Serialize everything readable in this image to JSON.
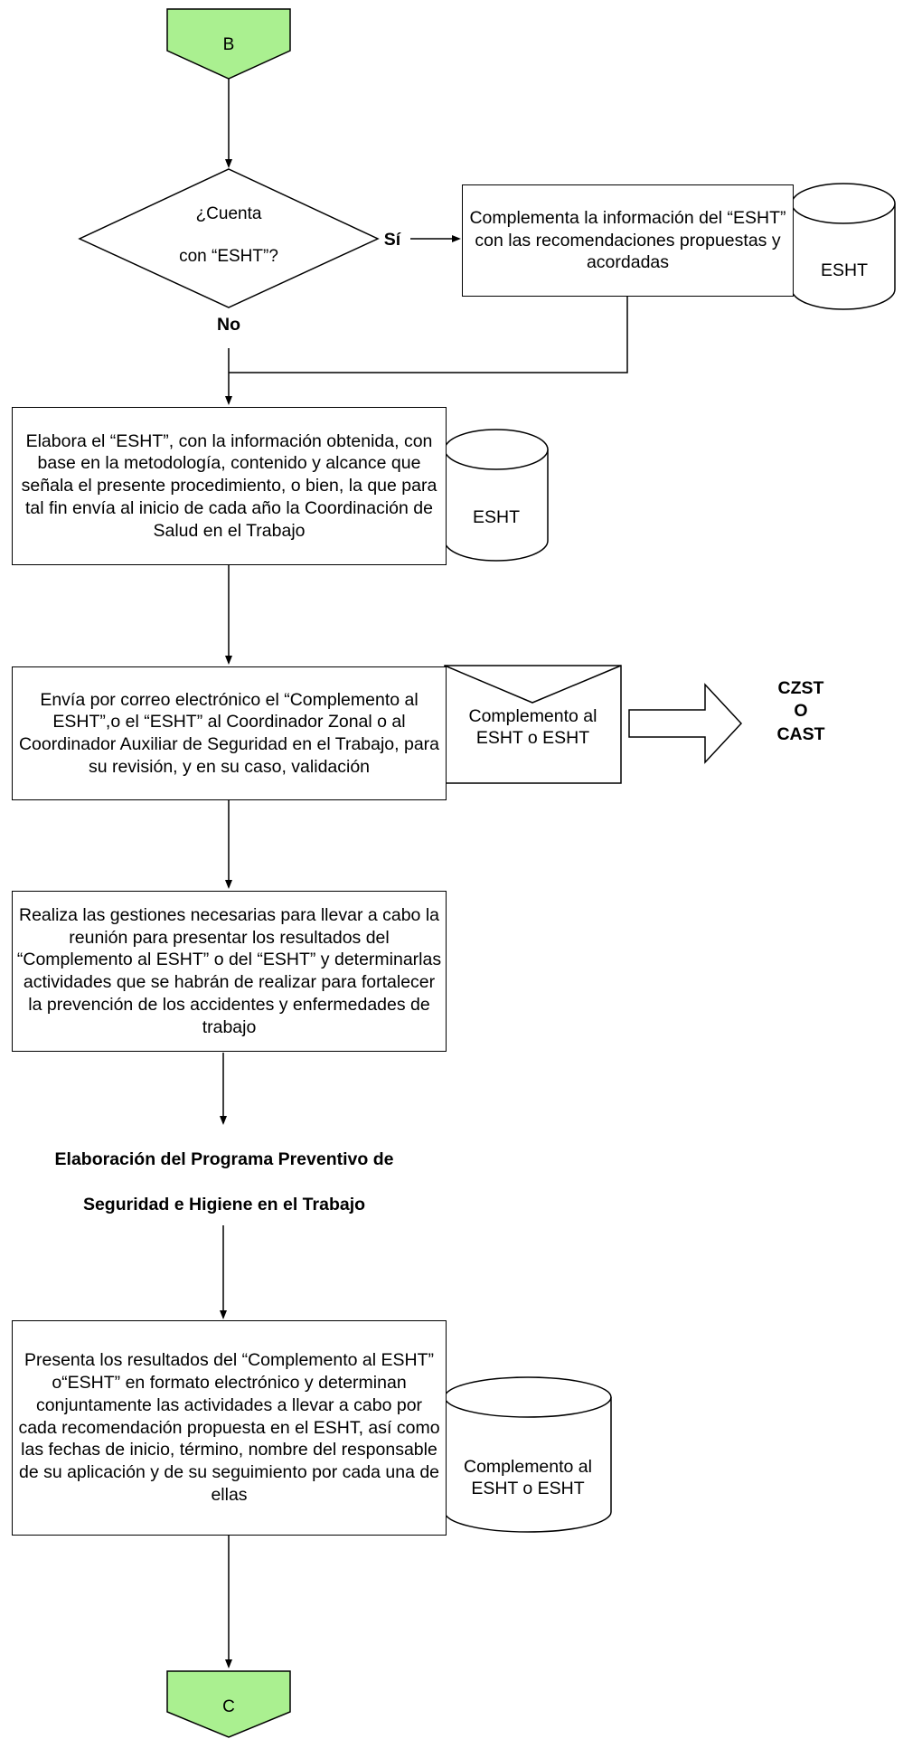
{
  "connectors": {
    "start": "B",
    "end": "C"
  },
  "decision": {
    "line1": "¿Cuenta",
    "line2": "con “ESHT”?",
    "yes_label": "Sí",
    "no_label": "No"
  },
  "steps": {
    "complement": "Complementa la información del “ESHT” con las recomendaciones propuestas y acordadas",
    "elaborate": "Elabora el “ESHT”, con la información obtenida, con base en la metodología, contenido y alcance que señala el presente procedimiento, o bien, la que para tal fin envía al inicio de cada año la Coordinación de Salud en el Trabajo",
    "send": "Envía por correo electrónico el “Complemento al ESHT”,o el “ESHT” al Coordinador Zonal o al Coordinador Auxiliar de Seguridad en el Trabajo, para su revisión, y en su caso, validación",
    "arrange": "Realiza las gestiones necesarias para llevar a cabo la reunión para presentar los resultados del “Complemento al ESHT” o del “ESHT” y determinarlas actividades que se habrán de realizar para fortalecer la prevención de los accidentes y enfermedades de trabajo",
    "present": "Presenta los resultados del “Complemento al ESHT” o“ESHT” en formato electrónico y determinan conjuntamente las actividades a llevar a cabo por cada recomendación propuesta en el ESHT, así como las fechas de inicio, término, nombre del responsable de su aplicación y de su seguimiento por cada una de ellas"
  },
  "documents": {
    "db1": "ESHT",
    "db2": "ESHT",
    "envelope": "Complemento al ESHT o ESHT",
    "db3": "Complemento al ESHT o ESHT"
  },
  "recipients": {
    "line1": "CZST",
    "line2": "O",
    "line3": "CAST"
  },
  "subprocess": {
    "line1": "Elaboración del Programa Preventivo de",
    "line2": "Seguridad e Higiene en el Trabajo"
  },
  "colors": {
    "connector_fill": "#aaf090",
    "connector_stroke": "#000000",
    "line": "#000000"
  }
}
